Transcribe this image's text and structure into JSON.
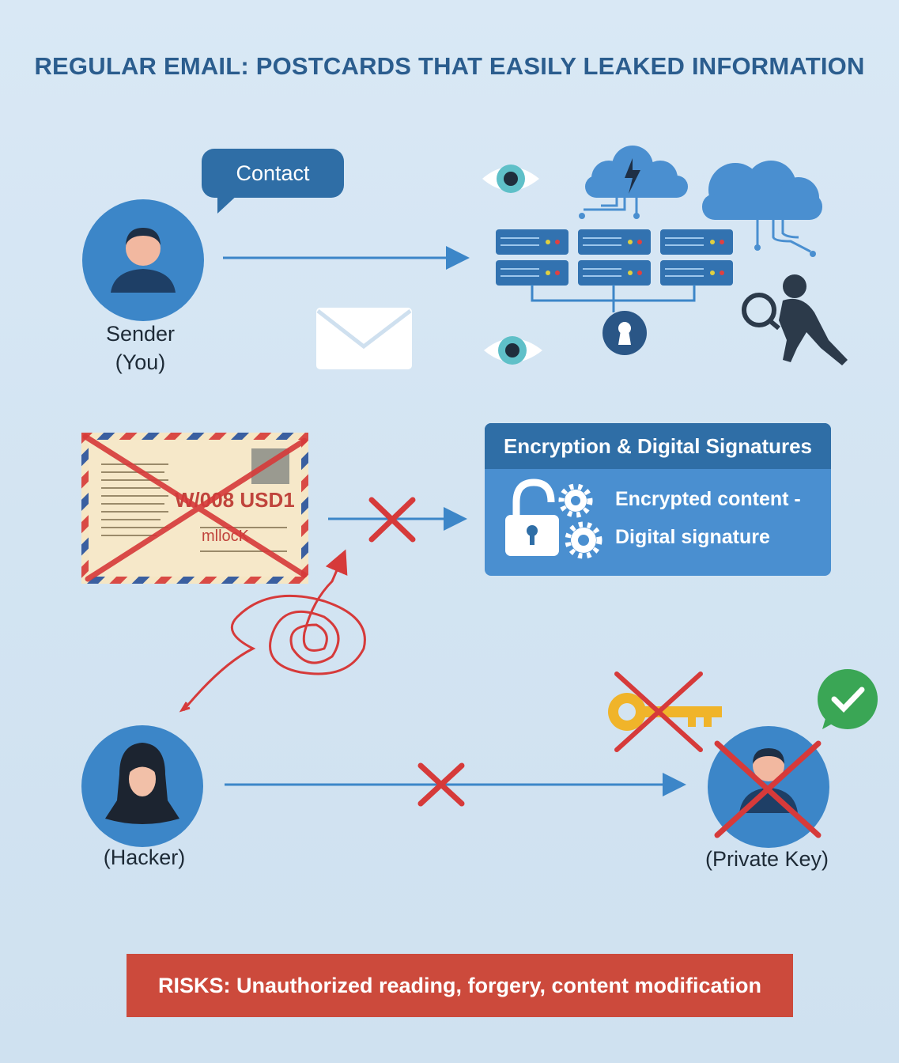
{
  "title": "REGULAR EMAIL: POSTCARDS THAT EASILY LEAKED INFORMATION",
  "bubble": "Contact",
  "sender": {
    "line1": "Sender",
    "line2": "(You)"
  },
  "hacker": "(Hacker)",
  "recipient": "(Private Key)",
  "postcard": {
    "amount": "W/008 USD1",
    "line": "mllocK"
  },
  "encryption": {
    "heading": "Encryption & Digital Signatures",
    "items": [
      "Encrypted content -",
      "Digital signature"
    ]
  },
  "risks": "RISKS: Unauthorized reading, forgery, content modification",
  "colors": {
    "primary": "#2f6ea6",
    "accent": "#3c86c8",
    "danger": "#d63a3a",
    "risk_bg": "#cc4a3c",
    "success": "#3aa655"
  }
}
